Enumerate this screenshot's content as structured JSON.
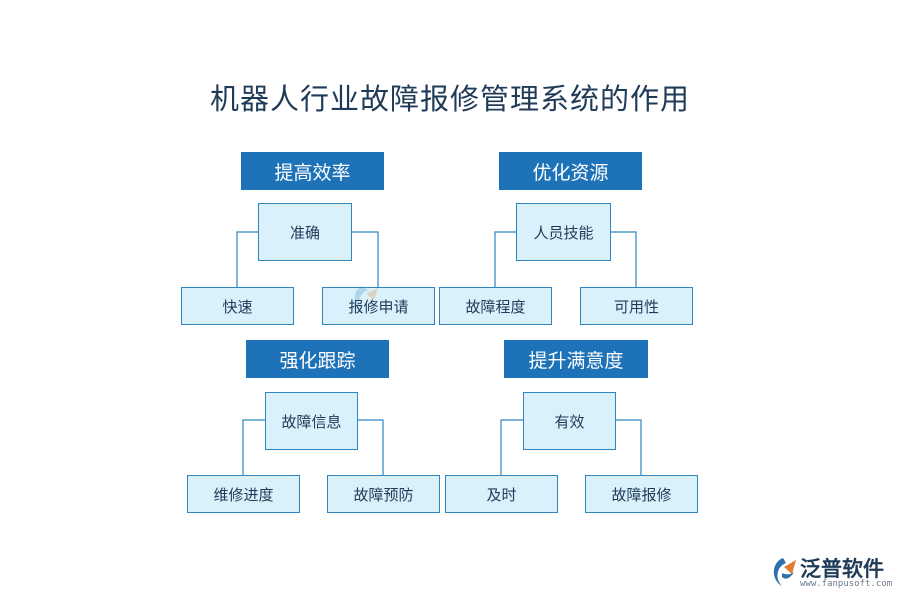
{
  "title": "机器人行业故障报修管理系统的作用",
  "groups": [
    {
      "header": "提高效率",
      "top": "准确",
      "left": "快速",
      "right": "报修申请"
    },
    {
      "header": "优化资源",
      "top": "人员技能",
      "left": "故障程度",
      "right": "可用性"
    },
    {
      "header": "强化跟踪",
      "top": "故障信息",
      "left": "维修进度",
      "right": "故障预防"
    },
    {
      "header": "提升满意度",
      "top": "有效",
      "left": "及时",
      "right": "故障报修"
    }
  ],
  "logo": {
    "text": "泛普软件",
    "url": "www.fanpusoft.com"
  },
  "colors": {
    "header_bg": "#1e73b8",
    "box_bg": "#daf0fb",
    "box_border": "#2e86c1",
    "line": "#2e86c1"
  }
}
